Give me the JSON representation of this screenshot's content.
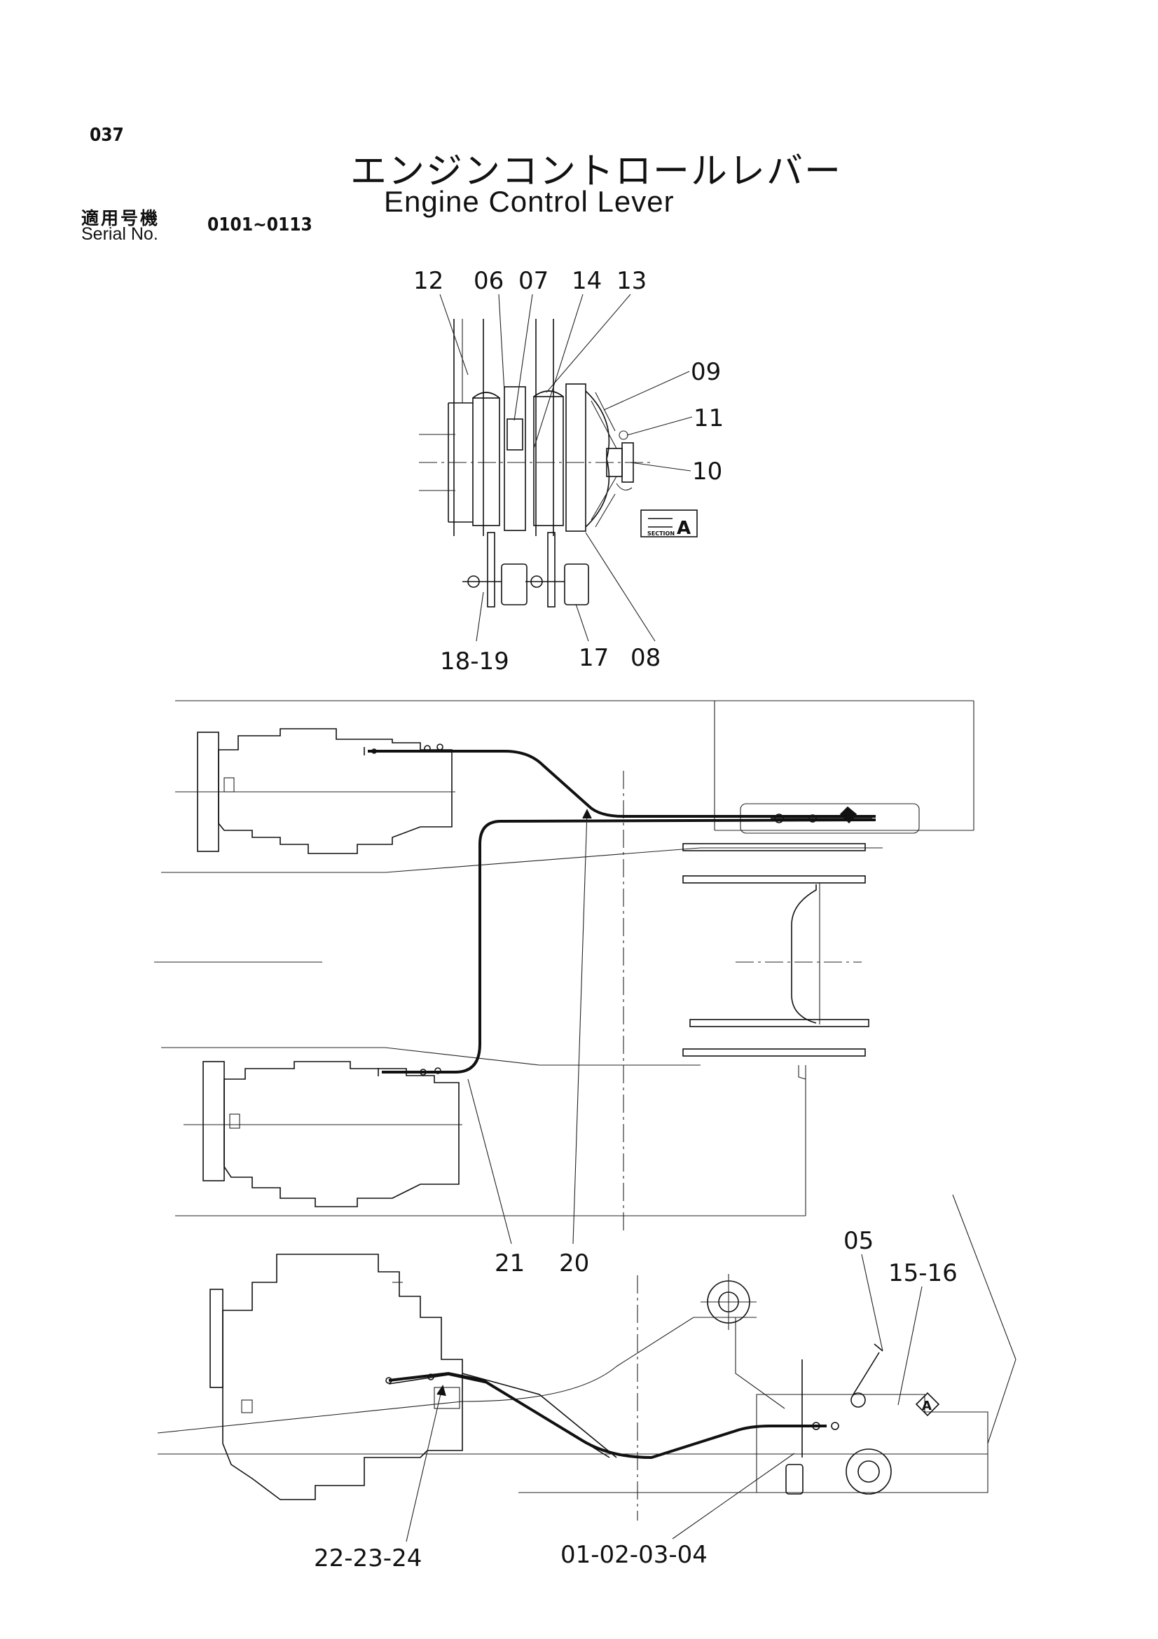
{
  "header": {
    "page_number": "037",
    "title_jp": "エンジンコントロールレバー",
    "title_en": "Engine Control Lever",
    "serial_label_jp": "適用号機",
    "serial_label_en": "Serial No.",
    "serial_value": "0101~0113"
  },
  "section_detail": {
    "callouts": {
      "c12": "12",
      "c06": "06",
      "c07": "07",
      "c14": "14",
      "c13": "13",
      "c09": "09",
      "c11": "11",
      "c10": "10",
      "c18_19": "18-19",
      "c17": "17",
      "c08": "08"
    },
    "section_label": "A",
    "section_word": "SECTION"
  },
  "plan_view": {
    "callouts": {
      "c21": "21",
      "c20": "20"
    }
  },
  "side_view": {
    "callouts": {
      "c05": "05",
      "c15_16": "15-16",
      "c22_23_24": "22-23-24",
      "c01_02_03_04": "01-02-03-04"
    },
    "section_marker": "A"
  }
}
